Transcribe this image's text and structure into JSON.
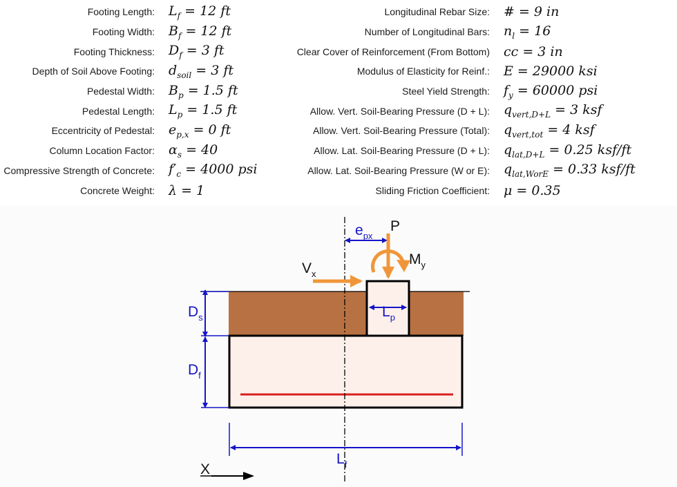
{
  "parameters_left": [
    {
      "label": "Footing Length:",
      "sym": "L",
      "sub": "f",
      "val": "= 12 ft"
    },
    {
      "label": "Footing Width:",
      "sym": "B",
      "sub": "f",
      "val": "= 12 ft"
    },
    {
      "label": "Footing Thickness:",
      "sym": "D",
      "sub": "f",
      "val": "= 3 ft"
    },
    {
      "label": "Depth of Soil Above Footing:",
      "sym": "d",
      "sub": "soil",
      "val": "= 3 ft"
    },
    {
      "label": "Pedestal Width:",
      "sym": "B",
      "sub": "p",
      "val": "= 1.5 ft"
    },
    {
      "label": "Pedestal Length:",
      "sym": "L",
      "sub": "p",
      "val": "= 1.5 ft"
    },
    {
      "label": "Eccentricity of Pedestal:",
      "sym": "e",
      "sub": "p,x",
      "val": "= 0 ft"
    },
    {
      "label": "Column Location Factor:",
      "sym": "α",
      "sub": "s",
      "val": "= 40"
    },
    {
      "label": "Compressive Strength of Concrete:",
      "sym": "f′",
      "sub": "c",
      "val": "= 4000 psi"
    },
    {
      "label": "Concrete Weight:",
      "sym": "λ",
      "sub": "",
      "val": "= 1"
    }
  ],
  "parameters_right": [
    {
      "label": "Longitudinal Rebar Size:",
      "sym": "#",
      "sub": "",
      "val": "= 9 in"
    },
    {
      "label": "Number of Longitudinal Bars:",
      "sym": "n",
      "sub": "l",
      "val": "= 16"
    },
    {
      "label": "Clear Cover of Reinforcement (From Bottom)",
      "sym": "cc",
      "sub": "",
      "val": "= 3 in"
    },
    {
      "label": "Modulus of Elasticity for Reinf.:",
      "sym": "E",
      "sub": "",
      "val": "= 29000 ksi"
    },
    {
      "label": "Steel Yield Strength:",
      "sym": "f",
      "sub": "y",
      "val": "= 60000 psi"
    },
    {
      "label": "Allow. Vert. Soil-Bearing Pressure (D + L):",
      "sym": "q",
      "sub": "vert,D+L",
      "val": "= 3 ksf"
    },
    {
      "label": "Allow. Vert. Soil-Bearing Pressure (Total):",
      "sym": "q",
      "sub": "vert,tot",
      "val": "= 4 ksf"
    },
    {
      "label": "Allow. Lat. Soil-Bearing Pressure (D + L):",
      "sym": "q",
      "sub": "lat,D+L",
      "val": "= 0.25 ksf/ft"
    },
    {
      "label": "Allow. Lat. Soil-Bearing Pressure (W or E):",
      "sym": "q",
      "sub": "lat,WorE",
      "val": "= 0.33 ksf/ft"
    },
    {
      "label": "Sliding Friction Coefficient:",
      "sym": "μ",
      "sub": "",
      "val": "= 0.35"
    }
  ],
  "diagram": {
    "labels": {
      "P": "P",
      "Vx": {
        "main": "V",
        "sub": "x"
      },
      "My": {
        "main": "M",
        "sub": "y"
      },
      "epx": {
        "main": "e",
        "sub": "px"
      },
      "Lp": {
        "main": "L",
        "sub": "p"
      },
      "Ds": {
        "main": "D",
        "sub": "s"
      },
      "Df": {
        "main": "D",
        "sub": "f"
      },
      "Lf": {
        "main": "L",
        "sub": "f"
      },
      "X": "X"
    },
    "colors": {
      "soil": "#b87142",
      "concrete": "#fdf0eb",
      "load_arrow": "#f0963a",
      "dimension": "#1414c8",
      "rebar": "#d91e1e",
      "outline": "#000000"
    }
  }
}
